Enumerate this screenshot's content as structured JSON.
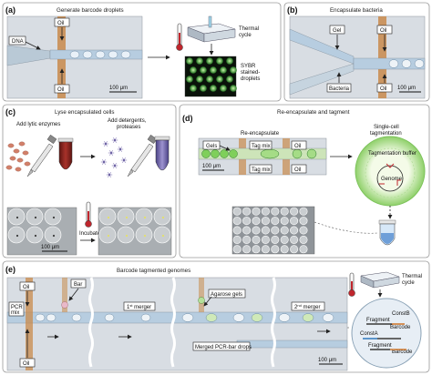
{
  "panels": {
    "a": {
      "letter": "(a)",
      "title": "Generate barcode droplets",
      "labels": {
        "dna": "DNA",
        "oil_top": "Oil",
        "oil_bottom": "Oil",
        "scale": "100 μm",
        "thermal": "Thermal\ncycle",
        "sybr": "SYBR\nstained-\ndroplets"
      }
    },
    "b": {
      "letter": "(b)",
      "title": "Encapsulate bacteria",
      "labels": {
        "gel": "Gel",
        "oil_top": "Oil",
        "bacteria": "Bacteria",
        "oil_bottom": "Oil",
        "scale": "100 μm"
      }
    },
    "c": {
      "letter": "(c)",
      "title": "Lyse encapsulated cells",
      "labels": {
        "add_lytic": "Add lytic enzymes",
        "add_detergents": "Add detergents,\nproteases",
        "incubate": "Incubate",
        "scale": "100 μm"
      }
    },
    "d": {
      "letter": "(d)",
      "title": "Re-encapsulate and tagment",
      "labels": {
        "reencapsulate": "Re-encapsulate",
        "gels": "Gels",
        "tag_mix_top": "Tag mix",
        "tag_mix_bottom": "Tag mix",
        "oil_top": "Oil",
        "oil_bottom": "Oil",
        "scale": "100 μm",
        "single_cell": "Single-cell\ntagmentation",
        "tag_buffer": "Tagmentation buffer",
        "genome": "Genome"
      }
    },
    "e": {
      "letter": "(e)",
      "title": "Barcode tagmented genomes",
      "labels": {
        "oil_top": "Oil",
        "oil_bottom": "Oil",
        "bar": "Bar",
        "pcr_mix": "PCR\nmix",
        "agarose": "Agarose gels",
        "merger1_num": "1",
        "merger1_sup": "st",
        "merger1_txt": " merger",
        "merger2_num": "2",
        "merger2_sup": "nd",
        "merger2_txt": " merger",
        "merged": "Merged PCR-bar drops",
        "scale": "100 μm",
        "thermal": "Thermal\ncycle",
        "const_b": "ConstB",
        "fragment_top": "Fragment",
        "const_a": "ConstA",
        "barcode_top": "Barcode",
        "fragment_bottom": "Fragment",
        "barcode_bottom": "Barcode"
      }
    }
  },
  "colors": {
    "channel_copper": "#c98a4b",
    "channel_blue": "#b7cde0",
    "chip_bg": "#d8dde3",
    "droplet_green": "#2e8a2e",
    "droplet_glow": "#9be07a",
    "tube_red": "#8a2620",
    "tube_purple": "#7a6fb0",
    "tube_blue": "#6f9fd8",
    "bacteria": "#d2806a"
  }
}
